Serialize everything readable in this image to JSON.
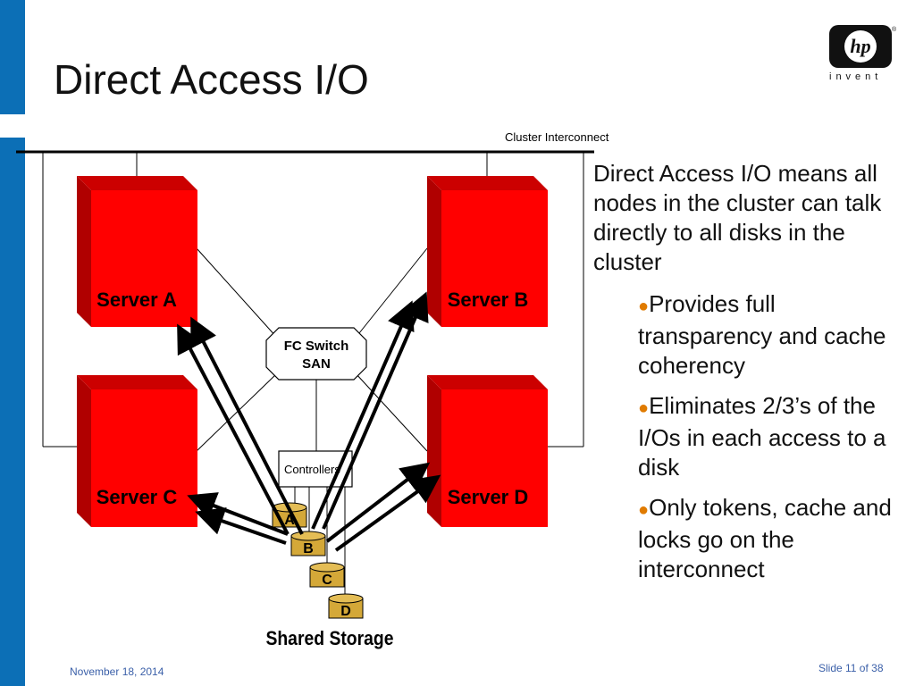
{
  "slide": {
    "title": "Direct Access I/O",
    "logo_text": "hp",
    "logo_tagline": "invent",
    "registered_mark": "®",
    "date": "November 18, 2014",
    "slide_number": "Slide 11 of 38"
  },
  "diagram": {
    "interconnect_label": "Cluster Interconnect",
    "servers": [
      "Server A",
      "Server B",
      "Server C",
      "Server D"
    ],
    "switch_label_line1": "FC Switch",
    "switch_label_line2": "SAN",
    "controller_label": "Controllers",
    "disks": [
      "A",
      "B",
      "C",
      "D"
    ],
    "storage_label": "Shared Storage",
    "colors": {
      "server": "#ff0000",
      "disk": "#d4a838",
      "bar": "#0c6fb6",
      "bullet": "#e07b00"
    }
  },
  "bullets": {
    "lead": "Direct Access I/O means all nodes in the cluster can talk directly to all disks in the cluster",
    "items": [
      "Provides full transparency and cache coherency",
      "Eliminates 2/3’s of the I/Os in each access to a disk",
      "Only tokens, cache and locks go on the interconnect"
    ]
  }
}
